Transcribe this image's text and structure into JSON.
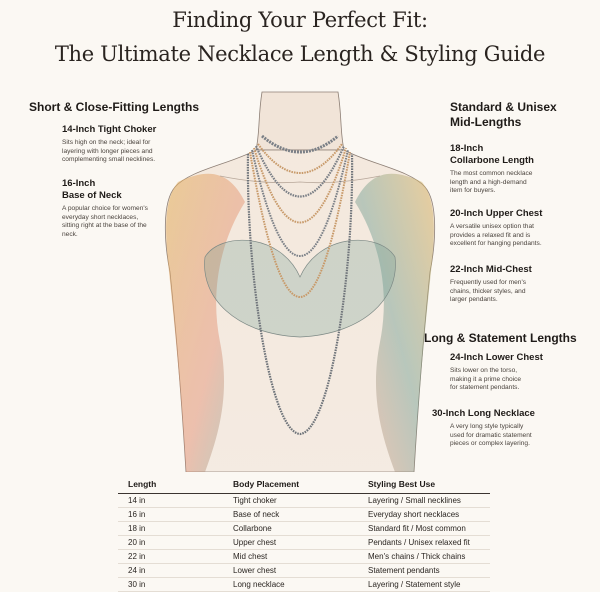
{
  "title_line1": "Finding Your Perfect Fit:",
  "title_line2": "The Ultimate Necklace Length & Styling Guide",
  "sections": {
    "short": "Short & Close-Fitting Lengths",
    "standard_line1": "Standard & Unisex",
    "standard_line2": "Mid-Lengths",
    "long": "Long & Statement Lengths"
  },
  "items": {
    "i14": {
      "heading": "14-Inch Tight Choker",
      "desc": [
        "Sits high on the neck; ideal for",
        "layering with longer pieces and",
        "complementing small necklines."
      ]
    },
    "i16": {
      "heading_line1": "16-Inch",
      "heading_line2": "Base of Neck",
      "desc": [
        "A popular choice for women's",
        "everyday short necklaces,",
        "sitting right at the base of the",
        "neck."
      ]
    },
    "i18": {
      "heading_line1": "18-Inch",
      "heading_line2": "Collarbone Length",
      "desc": [
        "The most common necklace",
        "length and a high-demand",
        "item for buyers."
      ]
    },
    "i20": {
      "heading": "20-Inch Upper Chest",
      "desc": [
        "A versatile unisex option that",
        "provides a relaxed fit and is",
        "excellent for hanging pendants."
      ]
    },
    "i22": {
      "heading": "22-Inch Mid-Chest",
      "desc": [
        "Frequently used for men's",
        "chains, thicker styles, and",
        "larger pendants."
      ]
    },
    "i24": {
      "heading": "24-Inch Lower Chest",
      "desc": [
        "Sits lower on the torso,",
        "making it a prime choice",
        "for statement pendants."
      ]
    },
    "i30": {
      "heading": "30-Inch Long Necklace",
      "desc": [
        "A very long style typically",
        "used for dramatic statement",
        "pieces or complex layering."
      ]
    }
  },
  "table": {
    "headers": [
      "Length",
      "Body Placement",
      "Styling Best Use"
    ],
    "rows": [
      [
        "14 in",
        "Tight choker",
        "Layering / Small necklines"
      ],
      [
        "16 in",
        "Base of neck",
        "Everyday short necklaces"
      ],
      [
        "18 in",
        "Collarbone",
        "Standard fit / Most common"
      ],
      [
        "20 in",
        "Upper chest",
        "Pendants / Unisex relaxed fit"
      ],
      [
        "22 in",
        "Mid chest",
        "Men's chains / Thick chains"
      ],
      [
        "24 in",
        "Lower chest",
        "Statement pendants"
      ],
      [
        "30 in",
        "Long necklace",
        "Layering / Statement style"
      ]
    ]
  },
  "colors": {
    "gold_chain": "#c89a6a",
    "silver_chain": "#7a7f86",
    "mustard_wash": "#e3b35c",
    "coral_wash": "#e28b6e",
    "teal_wash": "#6f9c8f"
  }
}
